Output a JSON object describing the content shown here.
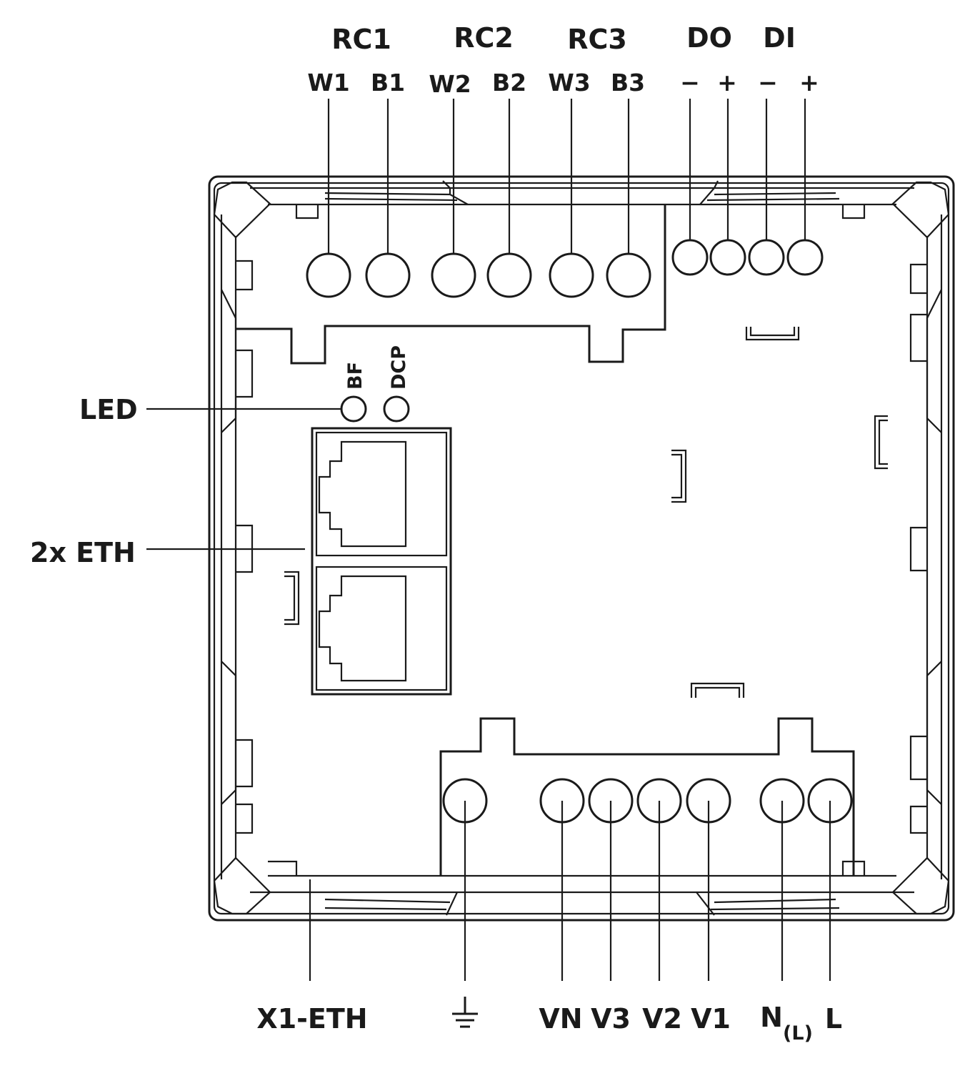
{
  "groups": {
    "rc1": "RC1",
    "rc2": "RC2",
    "rc3": "RC3",
    "do": "DO",
    "di": "DI"
  },
  "top_terminals": {
    "w1": "W1",
    "b1": "B1",
    "w2": "W2",
    "b2": "B2",
    "w3": "W3",
    "b3": "B3",
    "do_minus": "−",
    "do_plus": "+",
    "di_minus": "−",
    "di_plus": "+"
  },
  "leds": {
    "bf": "BF",
    "dcp": "DCP"
  },
  "side_labels": {
    "led": "LED",
    "eth": "2x ETH"
  },
  "bottom_terminals": {
    "x1_eth": "X1-ETH",
    "ground": "ground-symbol",
    "vn": "VN",
    "v3": "V3",
    "v2": "V2",
    "v1": "V1",
    "n": "N",
    "n_sub": "(L)",
    "l": "L"
  }
}
